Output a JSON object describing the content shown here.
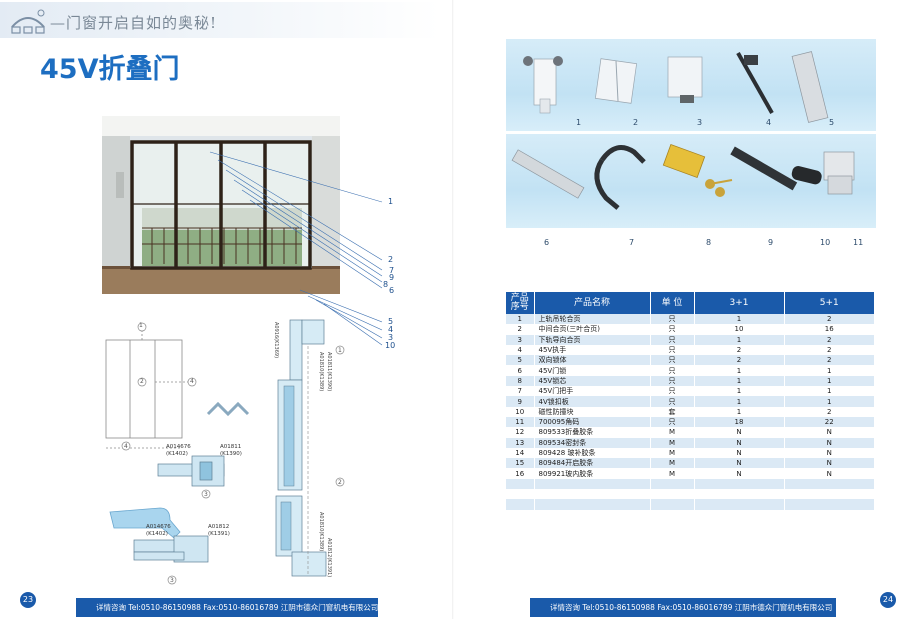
{
  "header": {
    "slogan": "—门窗开启自如的奥秘!"
  },
  "title": "45V折叠门",
  "photo_callouts": [
    "1",
    "2",
    "7",
    "9",
    "8",
    "6",
    "5",
    "4",
    "3",
    "10"
  ],
  "drawing": {
    "profiles": [
      {
        "code": "A014676",
        "sub": "(K1402)"
      },
      {
        "code": "A01811",
        "sub": "(K1390)"
      },
      {
        "code": "A014676",
        "sub": "(K1402)"
      },
      {
        "code": "A01812",
        "sub": "(K1391)"
      }
    ],
    "vertical_codes": [
      "A01810(K1389)",
      "A01811(K1390)",
      "A01810(K1389)",
      "A01812(K1391)",
      "A0916(K1369)"
    ],
    "circles": [
      "1",
      "2",
      "3",
      "4",
      "1",
      "2",
      "3",
      "4"
    ]
  },
  "products_row1": [
    "1",
    "2",
    "3",
    "4",
    "5"
  ],
  "products_row2": [
    "6",
    "7",
    "8",
    "9",
    "10",
    "11"
  ],
  "table": {
    "headers": [
      "产品\n序号",
      "产品名称",
      "单  位",
      "3+1",
      "5+1"
    ],
    "rows": [
      [
        "1",
        "上轨吊轮合页",
        "只",
        "1",
        "2"
      ],
      [
        "2",
        "中间合页(三叶合页)",
        "只",
        "10",
        "16"
      ],
      [
        "3",
        "下轨导向合页",
        "只",
        "1",
        "2"
      ],
      [
        "4",
        "45V执手",
        "只",
        "2",
        "2"
      ],
      [
        "5",
        "双向锁体",
        "只",
        "2",
        "2"
      ],
      [
        "6",
        "45V门锁",
        "只",
        "1",
        "1"
      ],
      [
        "8",
        "45V锁芯",
        "只",
        "1",
        "1"
      ],
      [
        "7",
        "45V门把手",
        "只",
        "1",
        "1"
      ],
      [
        "9",
        "4V锁扣板",
        "只",
        "1",
        "1"
      ],
      [
        "10",
        "磁性防撞块",
        "套",
        "1",
        "2"
      ],
      [
        "11",
        "700095角码",
        "只",
        "18",
        "22"
      ],
      [
        "12",
        "809533折叠胶条",
        "M",
        "N",
        "N"
      ],
      [
        "13",
        "809534密封条",
        "M",
        "N",
        "N"
      ],
      [
        "14",
        "809428 玻补胶条",
        "M",
        "N",
        "N"
      ],
      [
        "15",
        "809484开启胶条",
        "M",
        "N",
        "N"
      ],
      [
        "16",
        "809921玻内胶条",
        "M",
        "N",
        "N"
      ]
    ],
    "blank_rows": 3
  },
  "footer": {
    "left": "详情咨询  Tel:0510-86150988  Fax:0510-86016789   江阴市德众门窗机电有限公司",
    "right": "详情咨询  Tel:0510-86150988  Fax:0510-86016789   江阴市德众门窗机电有限公司",
    "page_left": "23",
    "page_right": "24"
  },
  "colors": {
    "accent": "#1a5aaa",
    "title": "#1d6ec1",
    "row_alt": "#dbe9f5"
  }
}
